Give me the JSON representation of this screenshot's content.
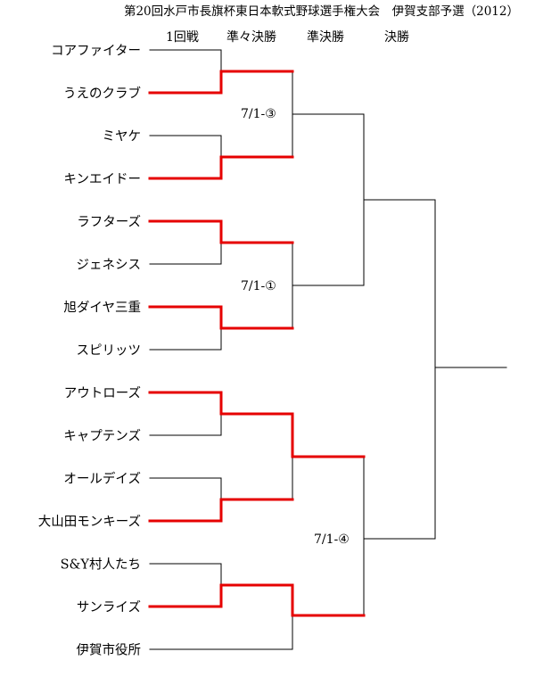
{
  "title": "第20回水戸市長旗杯東日本軟式野球選手権大会　伊賀支部予選（2012）",
  "rounds": [
    "1回戦",
    "準々決勝",
    "準決勝",
    "決勝"
  ],
  "teams": [
    "コアファイター",
    "うえのクラブ",
    "ミヤケ",
    "キンエイドー",
    "ラフターズ",
    "ジェネシス",
    "旭ダイヤ三重",
    "スピリッツ",
    "アウトローズ",
    "キャプテンズ",
    "オールデイズ",
    "大山田モンキーズ",
    "S&Y村人たち",
    "サンライズ",
    "伊賀市役所"
  ],
  "match_dates": {
    "sf1": "7/1-③",
    "sf2": "7/1-①",
    "final_side": "7/1-④"
  },
  "colors": {
    "winner_line": "#e60000",
    "line": "#000000"
  }
}
